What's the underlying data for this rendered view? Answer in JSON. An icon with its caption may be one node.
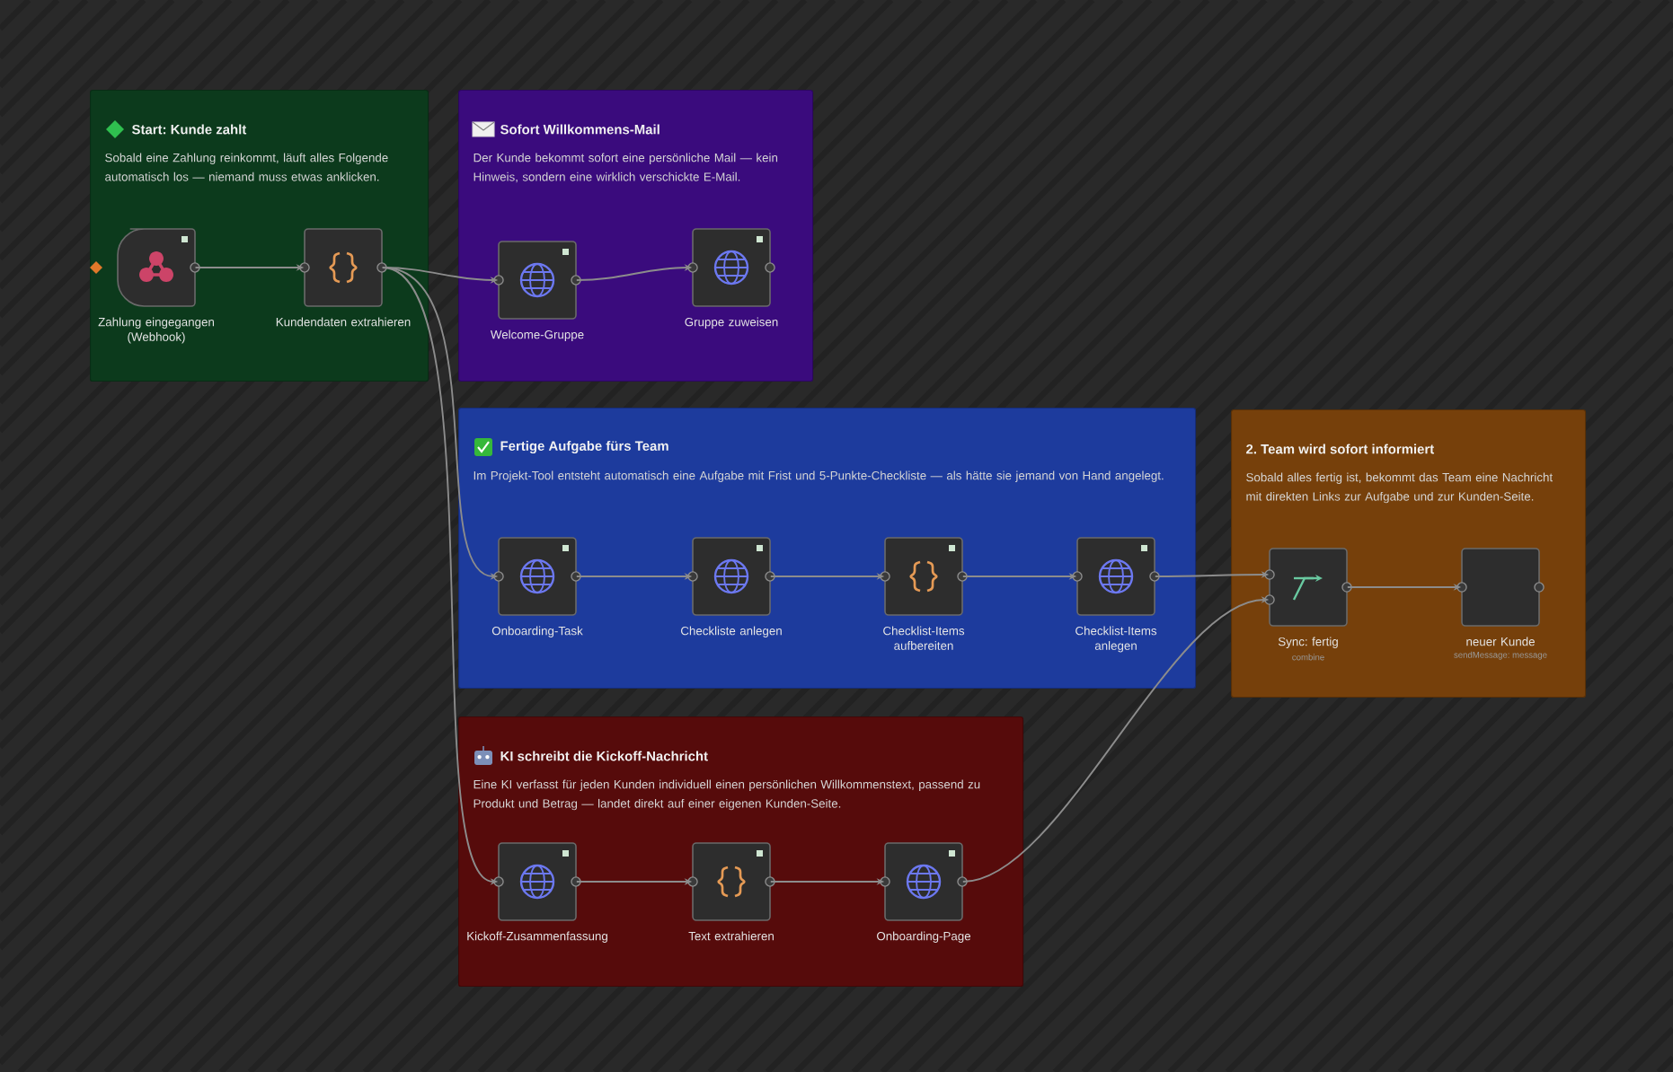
{
  "diagram": {
    "nodes": [
      {
        "text": [
          "Start: Kunde zahlt",
          "Sobald eine Zahlung reinkommt, läuft alles Folgende automatisch los — niemand muss etwas anklicken."
        ]
      },
      {
        "text": [
          "Zahlung eingegangen (Webhook)"
        ],
        "in": 0
      },
      {
        "text": [
          "Kundendaten extrahieren"
        ],
        "in": 0
      },
      {
        "text": [
          "Sofort Willkommens-Mail",
          "Der Kunde bekommt sofort eine persönliche Mail — kein Hinweis, sondern eine wirklich verschickte E-Mail."
        ]
      },
      {
        "text": [
          "Welcome-Gruppe"
        ],
        "in": 3
      },
      {
        "text": [
          "Gruppe zuweisen"
        ],
        "in": 3
      },
      {
        "text": [
          "Fertige Aufgabe fürs Team",
          "Im Projekt-Tool entsteht automatisch eine Aufgabe mit Frist und 5-Punkte-Checkliste — als hätte sie jemand von Hand angelegt."
        ]
      },
      {
        "text": [
          "Onboarding-Task"
        ],
        "in": 6
      },
      {
        "text": [
          "Checkliste anlegen"
        ],
        "in": 6
      },
      {
        "text": [
          "Checklist-Items aufbereiten"
        ],
        "in": 6
      },
      {
        "text": [
          "Checklist-Items anlegen"
        ],
        "in": 6
      },
      {
        "text": [
          "2. Team wird sofort informiert",
          "Sobald alles fertig ist, bekommt das Team eine Nachricht mit direkten Links zur Aufgabe und zur Kunden-Seite."
        ]
      },
      {
        "text": [
          "Sync: fertig",
          "combine"
        ],
        "in": 11
      },
      {
        "text": [
          "neuer Kunde",
          "sendMessage: message"
        ],
        "in": 11
      },
      {
        "text": [
          "KI schreibt die Kickoff-Nachricht",
          "Eine KI verfasst für jeden Kunden individuell einen persönlichen Willkommenstext, passend zu Produkt und Betrag — landet direkt auf einer eigenen Kunden-Seite."
        ]
      },
      {
        "text": [
          "Kickoff-Zusammenfassung"
        ],
        "in": 14
      },
      {
        "text": [
          "Text extrahieren"
        ],
        "in": 14
      },
      {
        "text": [
          "Onboarding-Page"
        ],
        "in": 14
      }
    ],
    "edges": [
      {
        "from": 1,
        "to": 2,
        "arrow": "to"
      },
      {
        "from": 2,
        "to": 4,
        "arrow": "to"
      },
      {
        "from": 4,
        "to": 5,
        "arrow": "to"
      },
      {
        "from": 2,
        "to": 7,
        "arrow": "to"
      },
      {
        "from": 2,
        "to": 15,
        "arrow": "to"
      },
      {
        "from": 7,
        "to": 8,
        "arrow": "to"
      },
      {
        "from": 8,
        "to": 9,
        "arrow": "to"
      },
      {
        "from": 9,
        "to": 10,
        "arrow": "to"
      },
      {
        "from": 10,
        "to": 12,
        "arrow": "to"
      },
      {
        "from": 15,
        "to": 16,
        "arrow": "to"
      },
      {
        "from": 16,
        "to": 17,
        "arrow": "to"
      },
      {
        "from": 17,
        "to": 12,
        "arrow": "to"
      },
      {
        "from": 12,
        "to": 13,
        "arrow": "to"
      }
    ]
  }
}
